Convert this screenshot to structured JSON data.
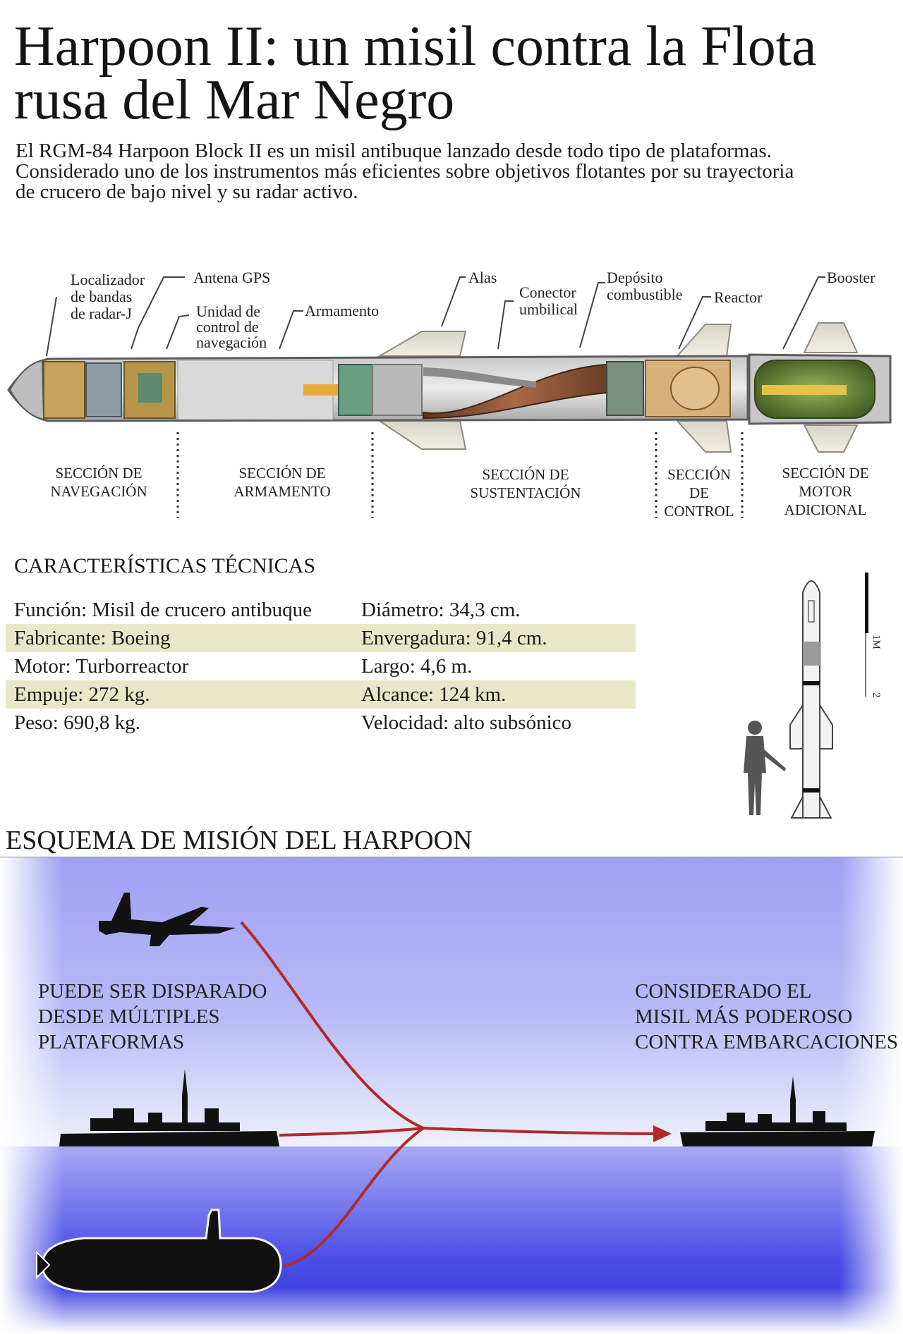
{
  "header": {
    "title_line1": "Harpoon II: un misil contra la Flota",
    "title_line2": "rusa del Mar Negro",
    "intro_line1": "El RGM-84 Harpoon Block II es un misil antibuque lanzado desde todo tipo de plataformas.",
    "intro_line2": "Considerado uno de los instrumentos más eficientes sobre objetivos flotantes por su trayectoria",
    "intro_line3": "de crucero de bajo nivel y su radar activo."
  },
  "callouts": {
    "radar_locator": [
      "Localizador",
      "de bandas",
      "de radar-J"
    ],
    "gps_antenna": "Antena GPS",
    "nav_control": [
      "Unidad de",
      "control de",
      "navegación"
    ],
    "armament": "Armamento",
    "wings": "Alas",
    "umbilical": [
      "Conector",
      "umbilical"
    ],
    "fuel_tank": [
      "Depósito",
      "combustible"
    ],
    "reactor": "Reactor",
    "booster": "Booster"
  },
  "sections": {
    "navigation": [
      "SECCIÓN DE",
      "NAVEGACIÓN"
    ],
    "armament": [
      "SECCIÓN DE",
      "ARMAMENTO"
    ],
    "sustentation": [
      "SECCIÓN DE",
      "SUSTENTACIÓN"
    ],
    "control": [
      "SECCIÓN",
      "DE",
      "CONTROL"
    ],
    "motor": [
      "SECCIÓN DE",
      "MOTOR",
      "ADICIONAL"
    ]
  },
  "specs": {
    "title": "CARACTERÍSTICAS TÉCNICAS",
    "rows": [
      {
        "left": "Función: Misil de crucero antibuque",
        "right": "Diámetro: 34,3 cm."
      },
      {
        "left": "Fabricante: Boeing",
        "right": "Envergadura: 91,4 cm."
      },
      {
        "left": "Motor: Turborreactor",
        "right": "Largo: 4,6 m."
      },
      {
        "left": "Empuje: 272 kg.",
        "right": "Alcance: 124 km."
      },
      {
        "left": "Peso: 690,8 kg.",
        "right": "Velocidad: alto subsónico"
      }
    ],
    "scale_1": "1M",
    "scale_2": "2"
  },
  "mission": {
    "title": "ESQUEMA DE MISIÓN DEL HARPOON",
    "left_text": [
      "PUEDE SER DISPARADO",
      "DESDE MÚLTIPLES",
      "PLATAFORMAS"
    ],
    "right_text": [
      "CONSIDERADO EL",
      "MISIL MÁS PODEROSO",
      "CONTRA EMBARCACIONES"
    ]
  },
  "colors": {
    "row_shade": "#e8e8c8",
    "trajectory": "#b02a2a",
    "sky": "#a9aaf6",
    "sea": "#3a3de0"
  },
  "icons": [
    "jet-fighter-icon",
    "warship-icon",
    "submarine-icon",
    "soldier-icon",
    "missile-icon"
  ]
}
